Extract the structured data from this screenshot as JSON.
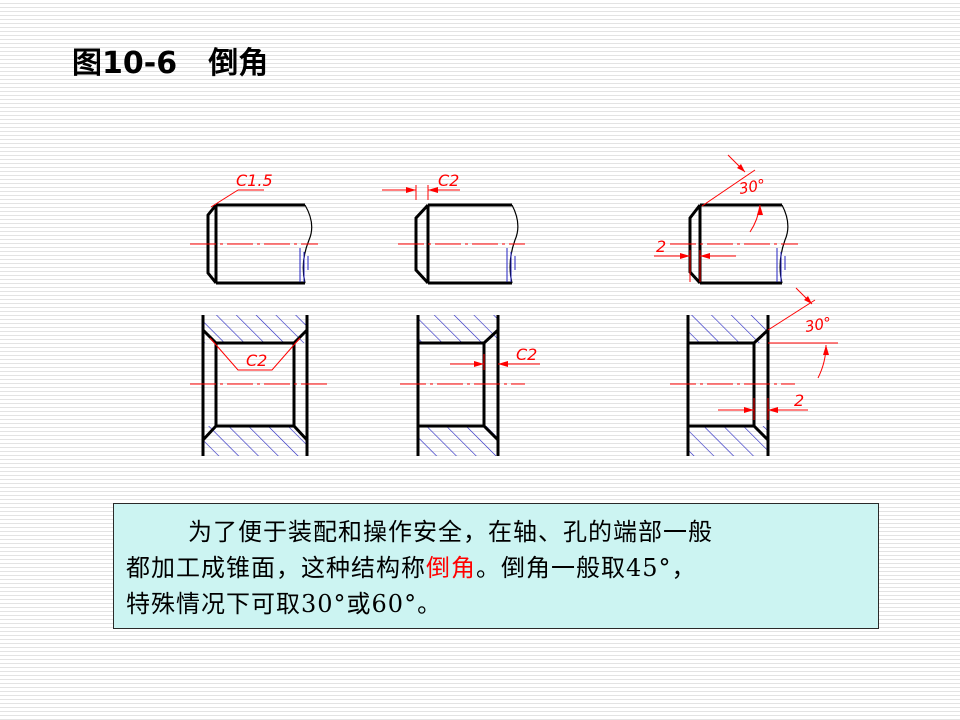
{
  "title": {
    "figure_no": "图10-6",
    "text": "倒角"
  },
  "dimensions": {
    "shaft1": "C1.5",
    "shaft2": "C2",
    "shaft3_angle": "30°",
    "shaft3_len": "2",
    "hole1": "C2",
    "hole2": "C2",
    "hole3_angle": "30°",
    "hole3_len": "2"
  },
  "caption": {
    "line1": "为了便于装配和操作安全，在轴、孔的端部一般",
    "line2_pre": "都加工成锥面，这种结构称",
    "line2_red": "倒角",
    "line2_post": "。倒角一般取45°，",
    "line3": "特殊情况下可取30°或60°。"
  },
  "colors": {
    "outline": "#000000",
    "dimension": "#ff0000",
    "hatch": "#2020c0",
    "caption_bg": "#ccf4f2"
  }
}
